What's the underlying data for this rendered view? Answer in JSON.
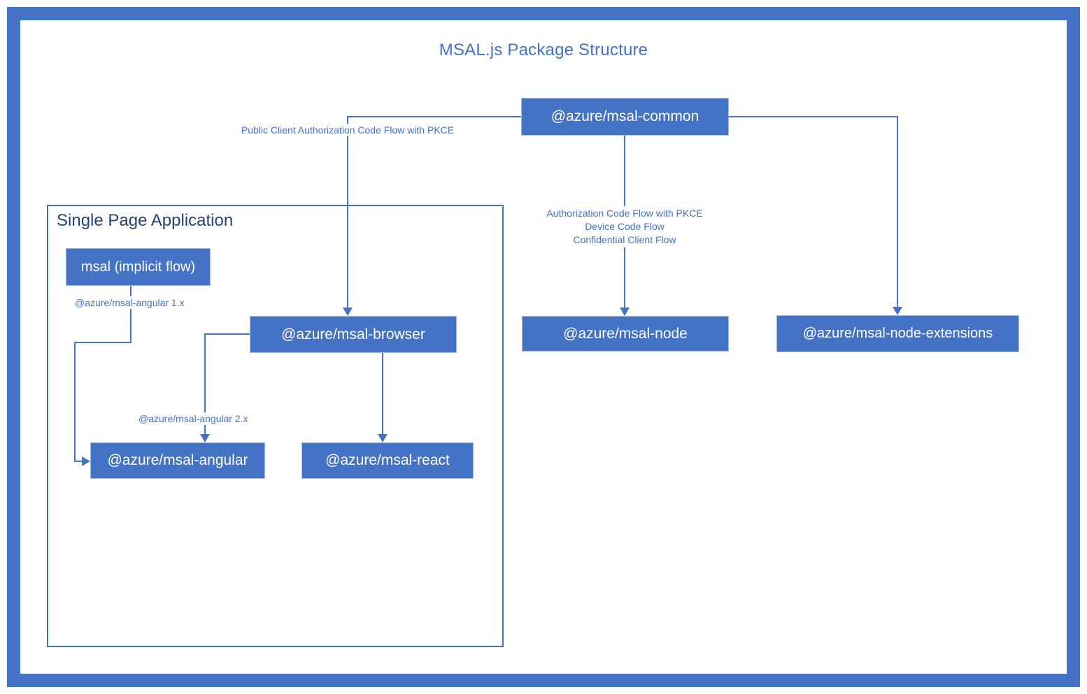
{
  "title": "MSAL.js Package Structure",
  "colors": {
    "accent": "#4472C4",
    "node_fill": "#4472C4",
    "node_text": "#FFFFFF",
    "group_heading_text": "#26427A"
  },
  "group": {
    "label": "Single Page Application"
  },
  "nodes": {
    "common": {
      "label": "@azure/msal-common"
    },
    "implicit": {
      "label": "msal (implicit flow)"
    },
    "browser": {
      "label": "@azure/msal-browser"
    },
    "angular": {
      "label": "@azure/msal-angular"
    },
    "react": {
      "label": "@azure/msal-react"
    },
    "node": {
      "label": "@azure/msal-node"
    },
    "node_extensions": {
      "label": "@azure/msal-node-extensions"
    }
  },
  "edge_labels": {
    "public_client": "Public Client Authorization Code Flow with PKCE",
    "node_flows": [
      "Authorization Code Flow with PKCE",
      "Device Code Flow",
      "Confidential Client Flow"
    ],
    "angular_v1": "@azure/msal-angular 1.x",
    "angular_v2": "@azure/msal-angular 2.x"
  }
}
